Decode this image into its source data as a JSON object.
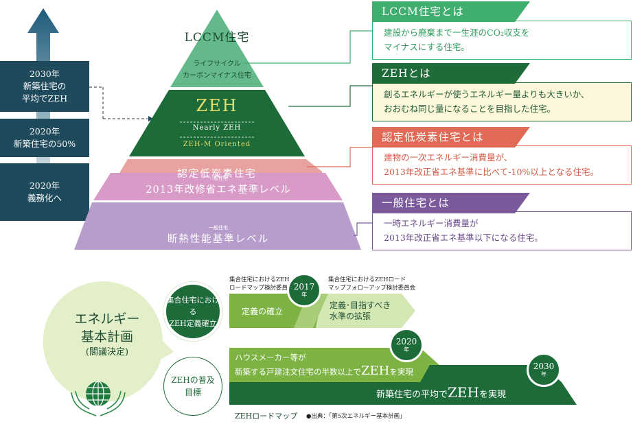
{
  "left_labels": [
    {
      "lines": [
        "2030年",
        "新築住宅の",
        "平均でZEH"
      ]
    },
    {
      "lines": [
        "2020年",
        "新築住宅の50%"
      ]
    },
    {
      "lines": [
        "2020年",
        "義務化へ"
      ]
    }
  ],
  "pyramid": {
    "lccm": {
      "title": "LCCM住宅",
      "sub1": "ライフサイクル",
      "sub2": "カーボンマイナス住宅"
    },
    "zeh": {
      "title": "ZEH",
      "sub1": "Nearly ZEH",
      "sub2": "ZEH-M Oriented"
    },
    "low_carbon": {
      "title": "認定低炭素住宅"
    },
    "level2013": {
      "small": "一般住宅",
      "title": "2013年改修省エネ基準レベル"
    },
    "insulation": {
      "small": "一般住宅",
      "title": "断熱性能基準レベル"
    }
  },
  "info_boxes": [
    {
      "title": "LCCM住宅とは",
      "lines": [
        "建設から廃棄まで一生涯のCO₂収支を",
        "マイナスにする住宅。"
      ],
      "color": "#3fae6e",
      "bg": "#ffffff",
      "text_color": "#2e9a5c"
    },
    {
      "title": "ZEHとは",
      "lines": [
        "創るエネルギーが使うエネルギー量よりも大きいか、",
        "おおむね同じ量になることを目指した住宅。"
      ],
      "color": "#1f6b3a",
      "bg": "#fdf8dc",
      "text_color": "#1f5a35"
    },
    {
      "title": "認定低炭素住宅とは",
      "lines": [
        "建物の一次エネルギー消費量が、",
        "2013年改正省エネ基準に比べて-10%以上となる住宅。"
      ],
      "color": "#e06a55",
      "bg": "#ffffff",
      "text_color": "#d25a44"
    },
    {
      "title": "一般住宅とは",
      "lines": [
        "一時エネルギー消費量が",
        "2013年改正省エネ基準以下になる住宅。"
      ],
      "color": "#7b5a9c",
      "bg": "#ffffff",
      "text_color": "#6a4a8a"
    }
  ],
  "roadmap": {
    "plan": {
      "line1": "エネルギー",
      "line2": "基本計画",
      "line3": "(閣議決定)"
    },
    "circle_a": {
      "line1": "集合住宅における",
      "line2": "ZEH定義確立"
    },
    "circle_b": {
      "line1": "ZEHの普及",
      "line2": "目標"
    },
    "committee1": {
      "line1": "集合住宅におけるZEH",
      "line2": "ロードマップ検討委員会"
    },
    "committee2": {
      "line1": "集合住宅におけるZEHロード",
      "line2": "マップフォローアップ検討委員会"
    },
    "year2017": {
      "num": "2017",
      "unit": "年"
    },
    "year2020": {
      "num": "2020",
      "unit": "年"
    },
    "year2030": {
      "num": "2030",
      "unit": "年"
    },
    "definition": "定義の確立",
    "expansion": {
      "line1": "定義･目指すべき",
      "line2": "水準の拡張"
    },
    "housemaker": {
      "line1": "ハウスメーカー等が",
      "line2a": "新築する戸建注文住宅の半数以上で",
      "line2b": "ZEH",
      "line2c": "を実現"
    },
    "average": {
      "a": "新築住宅の平均で",
      "b": "ZEH",
      "c": "を実現"
    },
    "caption": "ZEHロードマップ",
    "source": "●出典：「第5次エネルギー基本計画」"
  }
}
